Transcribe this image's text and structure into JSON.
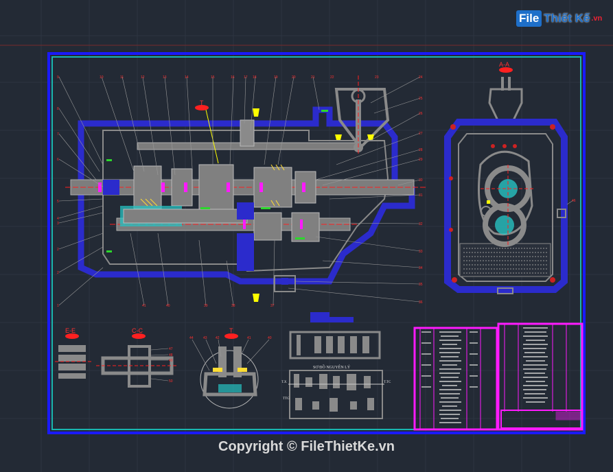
{
  "logo": {
    "box_text": "File",
    "rest_text": "Thiết Kế",
    "tld_text": ".vn"
  },
  "copyright": "Copyright © FileThietKe.vn",
  "section_labels": {
    "aa": "A-A",
    "ee": "E-E",
    "cc": "C-C",
    "t_right": "T",
    "t_top": "T"
  },
  "schematic": {
    "title": "SƠ ĐỒ NGUYÊN LÝ",
    "left_label": "T.X",
    "right_label": "T.TC",
    "bottom_label": "TTG"
  },
  "colors": {
    "background": "#232a35",
    "frame_outer": "#1a1aff",
    "frame_inner": "#19b6b0",
    "housing": "#2b2bcc",
    "metal": "#8a8a8a",
    "magenta": "#ff1aff",
    "red": "#ff2020",
    "yellow": "#ffff00",
    "cyan": "#27c2c2"
  }
}
